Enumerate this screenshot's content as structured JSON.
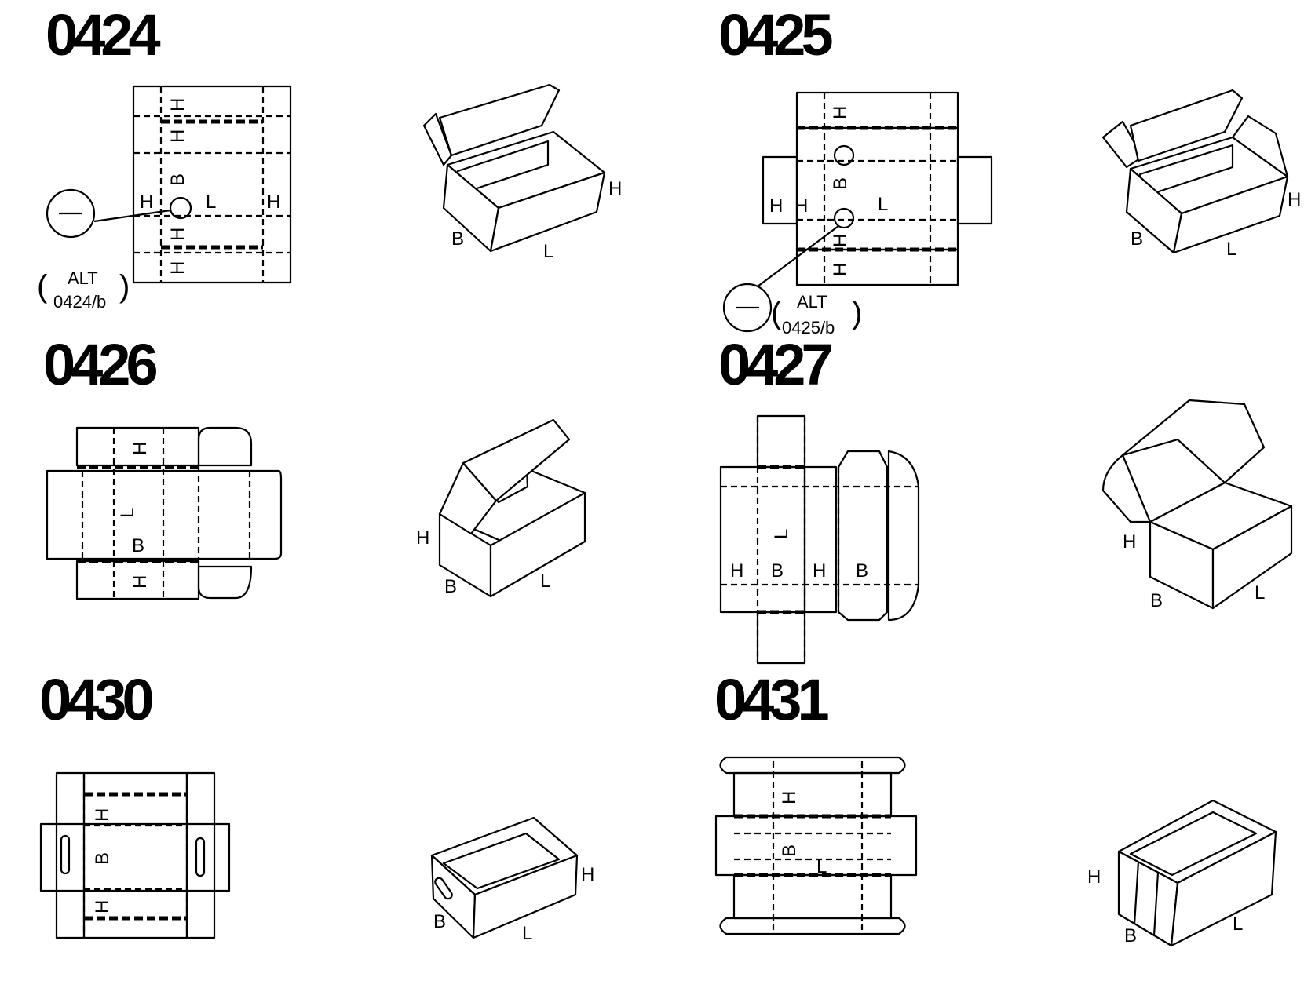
{
  "styles": [
    {
      "code": "0424",
      "alt_label": "ALT",
      "alt_code": "0424/b"
    },
    {
      "code": "0425",
      "alt_label": "ALT",
      "alt_code": "0425/b"
    },
    {
      "code": "0426"
    },
    {
      "code": "0427"
    },
    {
      "code": "0430"
    },
    {
      "code": "0431"
    }
  ],
  "dimension_labels": {
    "length": "L",
    "width": "B",
    "height": "H"
  }
}
